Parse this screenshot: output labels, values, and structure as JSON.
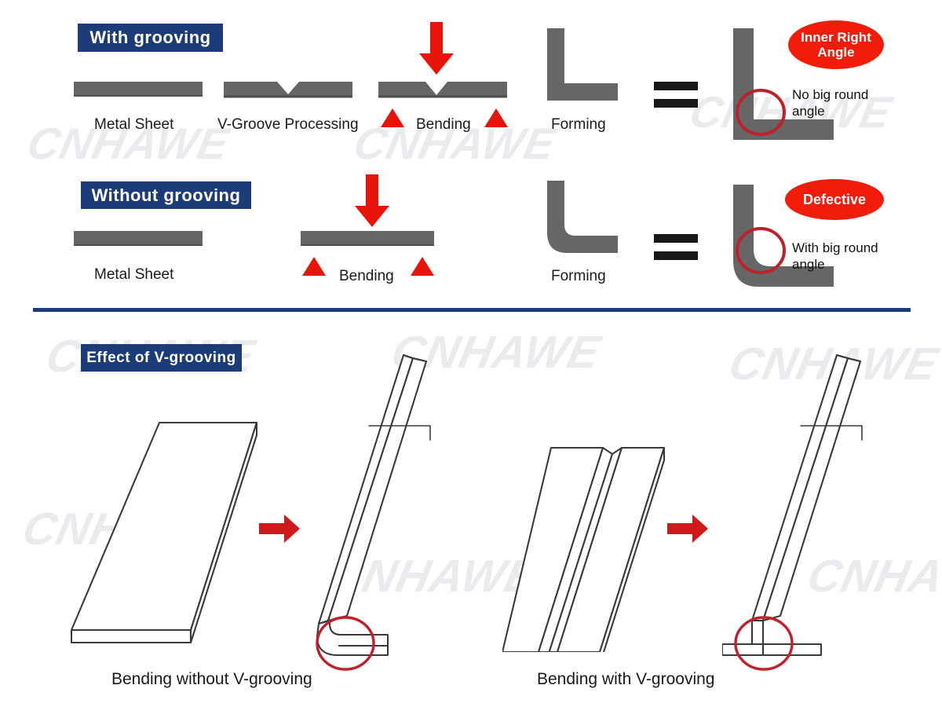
{
  "colors": {
    "badge_blue": "#1b3c79",
    "badge_red": "#f11c09",
    "metal_gray": "#666666",
    "metal_gray_dark": "#4d4d4d",
    "arrow_red": "#e8140a",
    "circle_red": "#c0202a",
    "outline": "#3a3a3a",
    "equals_black": "#181818",
    "watermark": "#e9ebee"
  },
  "watermark": {
    "text": "CNHAWE"
  },
  "row1": {
    "badge": "With grooving",
    "steps": [
      {
        "label": "Metal Sheet"
      },
      {
        "label": "V-Groove Processing"
      },
      {
        "label": "Bending"
      },
      {
        "label": "Forming"
      }
    ],
    "equals": "=",
    "result_badge": "Inner Right\nAngle",
    "result_badge_line1": "Inner Right",
    "result_badge_line2": "Angle",
    "result_note": "No big round\nangle"
  },
  "row2": {
    "badge": "Without grooving",
    "steps": [
      {
        "label": "Metal Sheet"
      },
      {
        "label": "Bending"
      },
      {
        "label": "Forming"
      }
    ],
    "equals": "=",
    "result_badge": "Defective",
    "result_note": "With big round\nangle"
  },
  "lower": {
    "badge": "Effect of V-grooving",
    "left_caption": "Bending without V-grooving",
    "right_caption": "Bending with V-grooving"
  }
}
